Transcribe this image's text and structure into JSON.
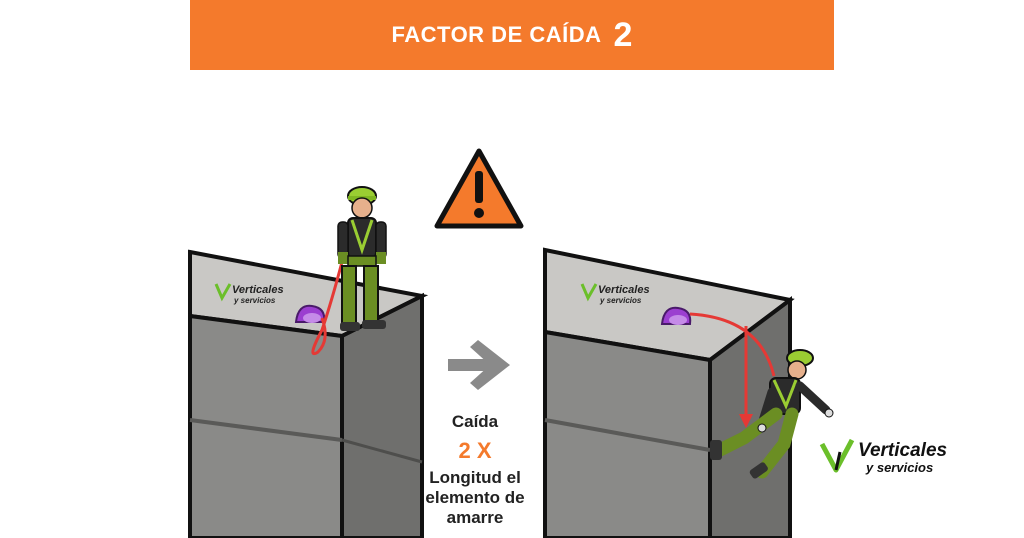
{
  "header": {
    "title": "FACTOR DE CAÍDA",
    "number": "2"
  },
  "caption": {
    "line1": "Caída",
    "multiplier": "2 X",
    "line2": "Longitud el elemento de amarre"
  },
  "logo": {
    "word1": "Verticales",
    "word2": "y servicios"
  },
  "colors": {
    "accent": "#f47a2c",
    "lanyard": "#e53935",
    "anchor": "#9b3fd0",
    "suit": "#6b8e23",
    "helmet": "#9acd32"
  },
  "icons": {
    "warning": "warning-triangle-icon",
    "arrow": "arrow-right-icon"
  }
}
